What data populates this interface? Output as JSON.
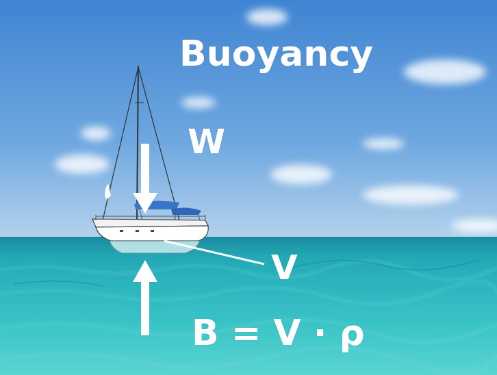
{
  "diagram": {
    "title": "Buoyancy",
    "labels": [
      "W",
      "V",
      "B = V · ρ"
    ]
  }
}
